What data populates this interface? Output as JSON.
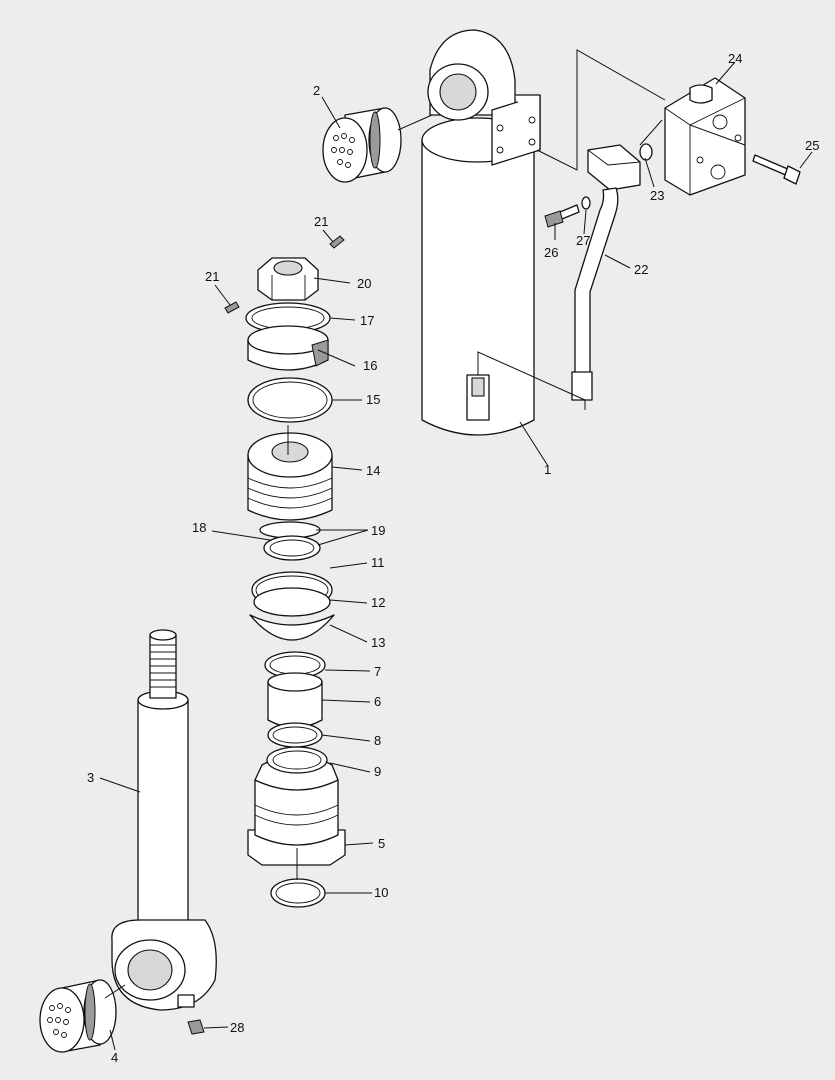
{
  "callouts": {
    "c1": "1",
    "c2": "2",
    "c3": "3",
    "c4": "4",
    "c5": "5",
    "c6": "6",
    "c7": "7",
    "c8": "8",
    "c9": "9",
    "c10": "10",
    "c11": "11",
    "c12": "12",
    "c13": "13",
    "c14": "14",
    "c15": "15",
    "c16": "16",
    "c17": "17",
    "c18": "18",
    "c19": "19",
    "c20": "20",
    "c21a": "21",
    "c21b": "21",
    "c22": "22",
    "c23": "23",
    "c24": "24",
    "c25": "25",
    "c26": "26",
    "c27": "27",
    "c28": "28"
  },
  "colors": {
    "background": "#ededed",
    "line": "#111111",
    "fill": "#ffffff",
    "shade": "#d8d8d8"
  }
}
